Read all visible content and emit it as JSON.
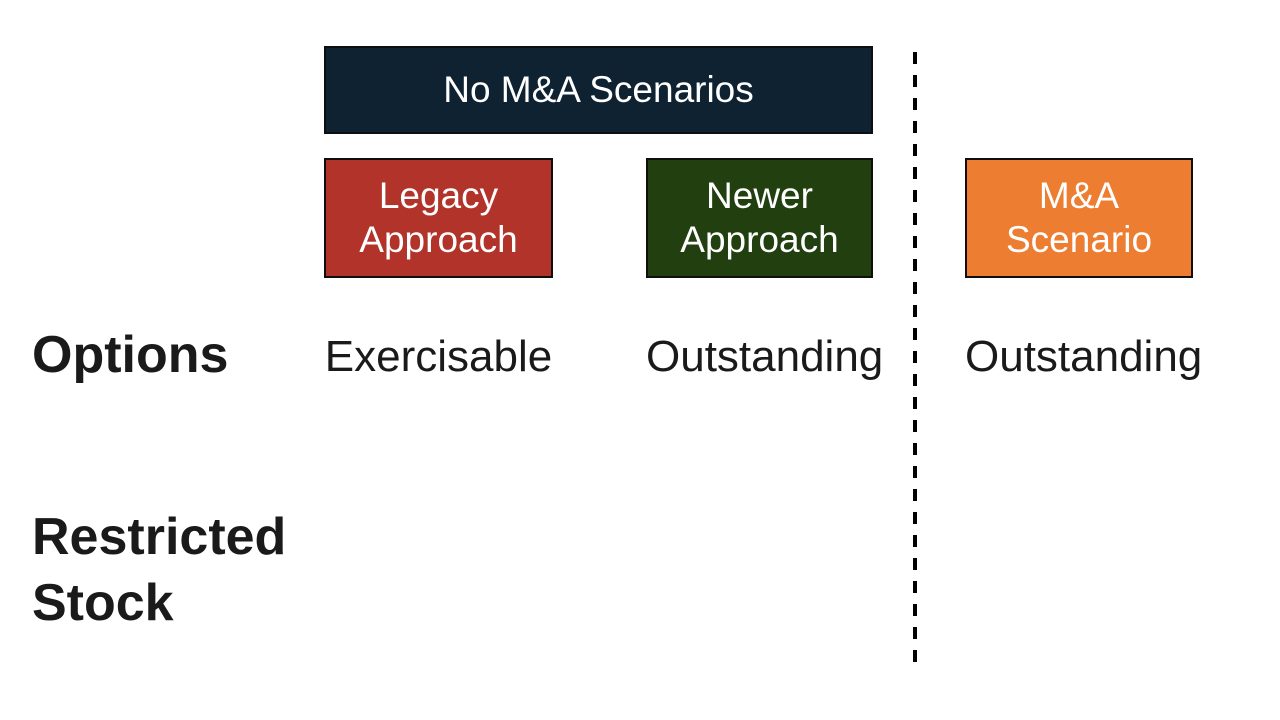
{
  "slide": {
    "header": {
      "label": "No M&A Scenarios",
      "bg": "#0E2232"
    },
    "columns": [
      {
        "label": "Legacy\nApproach",
        "bg": "#B1332A"
      },
      {
        "label": "Newer\nApproach",
        "bg": "#223F10"
      },
      {
        "label": "M&A\nScenario",
        "bg": "#ED7D31"
      }
    ],
    "rows": [
      {
        "label": "Options",
        "values": [
          "Exercisable",
          "Outstanding",
          "Outstanding"
        ]
      },
      {
        "label": "Restricted\nStock",
        "values": [
          "",
          "",
          ""
        ]
      }
    ],
    "divider_color": "#000000",
    "text_color": "#1A1A1A",
    "box_text_color": "#FFFFFF"
  }
}
